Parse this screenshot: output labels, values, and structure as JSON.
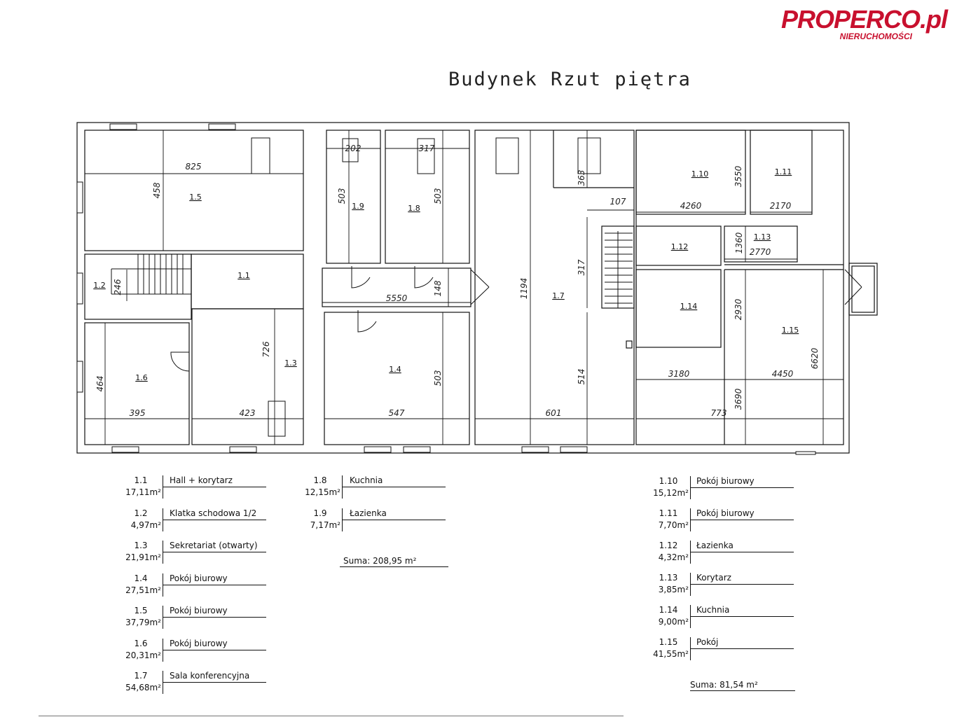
{
  "logo": {
    "brand": "PROPERCO.pl",
    "subtitle": "NIERUCHOMOŚCI"
  },
  "title": "Budynek Rzut piętra",
  "rooms_on_plan": [
    "1.1",
    "1.2",
    "1.3",
    "1.4",
    "1.5",
    "1.6",
    "1.7",
    "1.8",
    "1.9",
    "1.10",
    "1.11",
    "1.12",
    "1.13",
    "1.14",
    "1.15"
  ],
  "dimensions": [
    "825",
    "458",
    "202",
    "317",
    "503",
    "503",
    "363",
    "107",
    "317",
    "1194",
    "3550",
    "4260",
    "2170",
    "1360",
    "2770",
    "246",
    "148",
    "5550",
    "726",
    "464",
    "395",
    "423",
    "547",
    "503",
    "601",
    "514",
    "2930",
    "3180",
    "4450",
    "6620",
    "3690",
    "773"
  ],
  "legend_left": [
    {
      "code": "1.1",
      "name": "Hall + korytarz",
      "area": "17,11m²"
    },
    {
      "code": "1.2",
      "name": "Klatka schodowa 1/2",
      "area": "4,97m²"
    },
    {
      "code": "1.3",
      "name": "Sekretariat (otwarty)",
      "area": "21,91m²"
    },
    {
      "code": "1.4",
      "name": "Pokój biurowy",
      "area": "27,51m²"
    },
    {
      "code": "1.5",
      "name": "Pokój biurowy",
      "area": "37,79m²"
    },
    {
      "code": "1.6",
      "name": "Pokój biurowy",
      "area": "20,31m²"
    },
    {
      "code": "1.7",
      "name": "Sala konferencyjna",
      "area": "54,68m²"
    }
  ],
  "legend_mid": [
    {
      "code": "1.8",
      "name": "Kuchnia",
      "area": "12,15m²"
    },
    {
      "code": "1.9",
      "name": "Łazienka",
      "area": "7,17m²"
    }
  ],
  "sum_mid": "Suma: 208,95 m²",
  "legend_right": [
    {
      "code": "1.10",
      "name": "Pokój biurowy",
      "area": "15,12m²"
    },
    {
      "code": "1.11",
      "name": "Pokój biurowy",
      "area": "7,70m²"
    },
    {
      "code": "1.12",
      "name": "Łazienka",
      "area": "4,32m²"
    },
    {
      "code": "1.13",
      "name": "Korytarz",
      "area": "3,85m²"
    },
    {
      "code": "1.14",
      "name": "Kuchnia",
      "area": "9,00m²"
    },
    {
      "code": "1.15",
      "name": "Pokój",
      "area": "41,55m²"
    }
  ],
  "sum_right": "Suma: 81,54 m²"
}
